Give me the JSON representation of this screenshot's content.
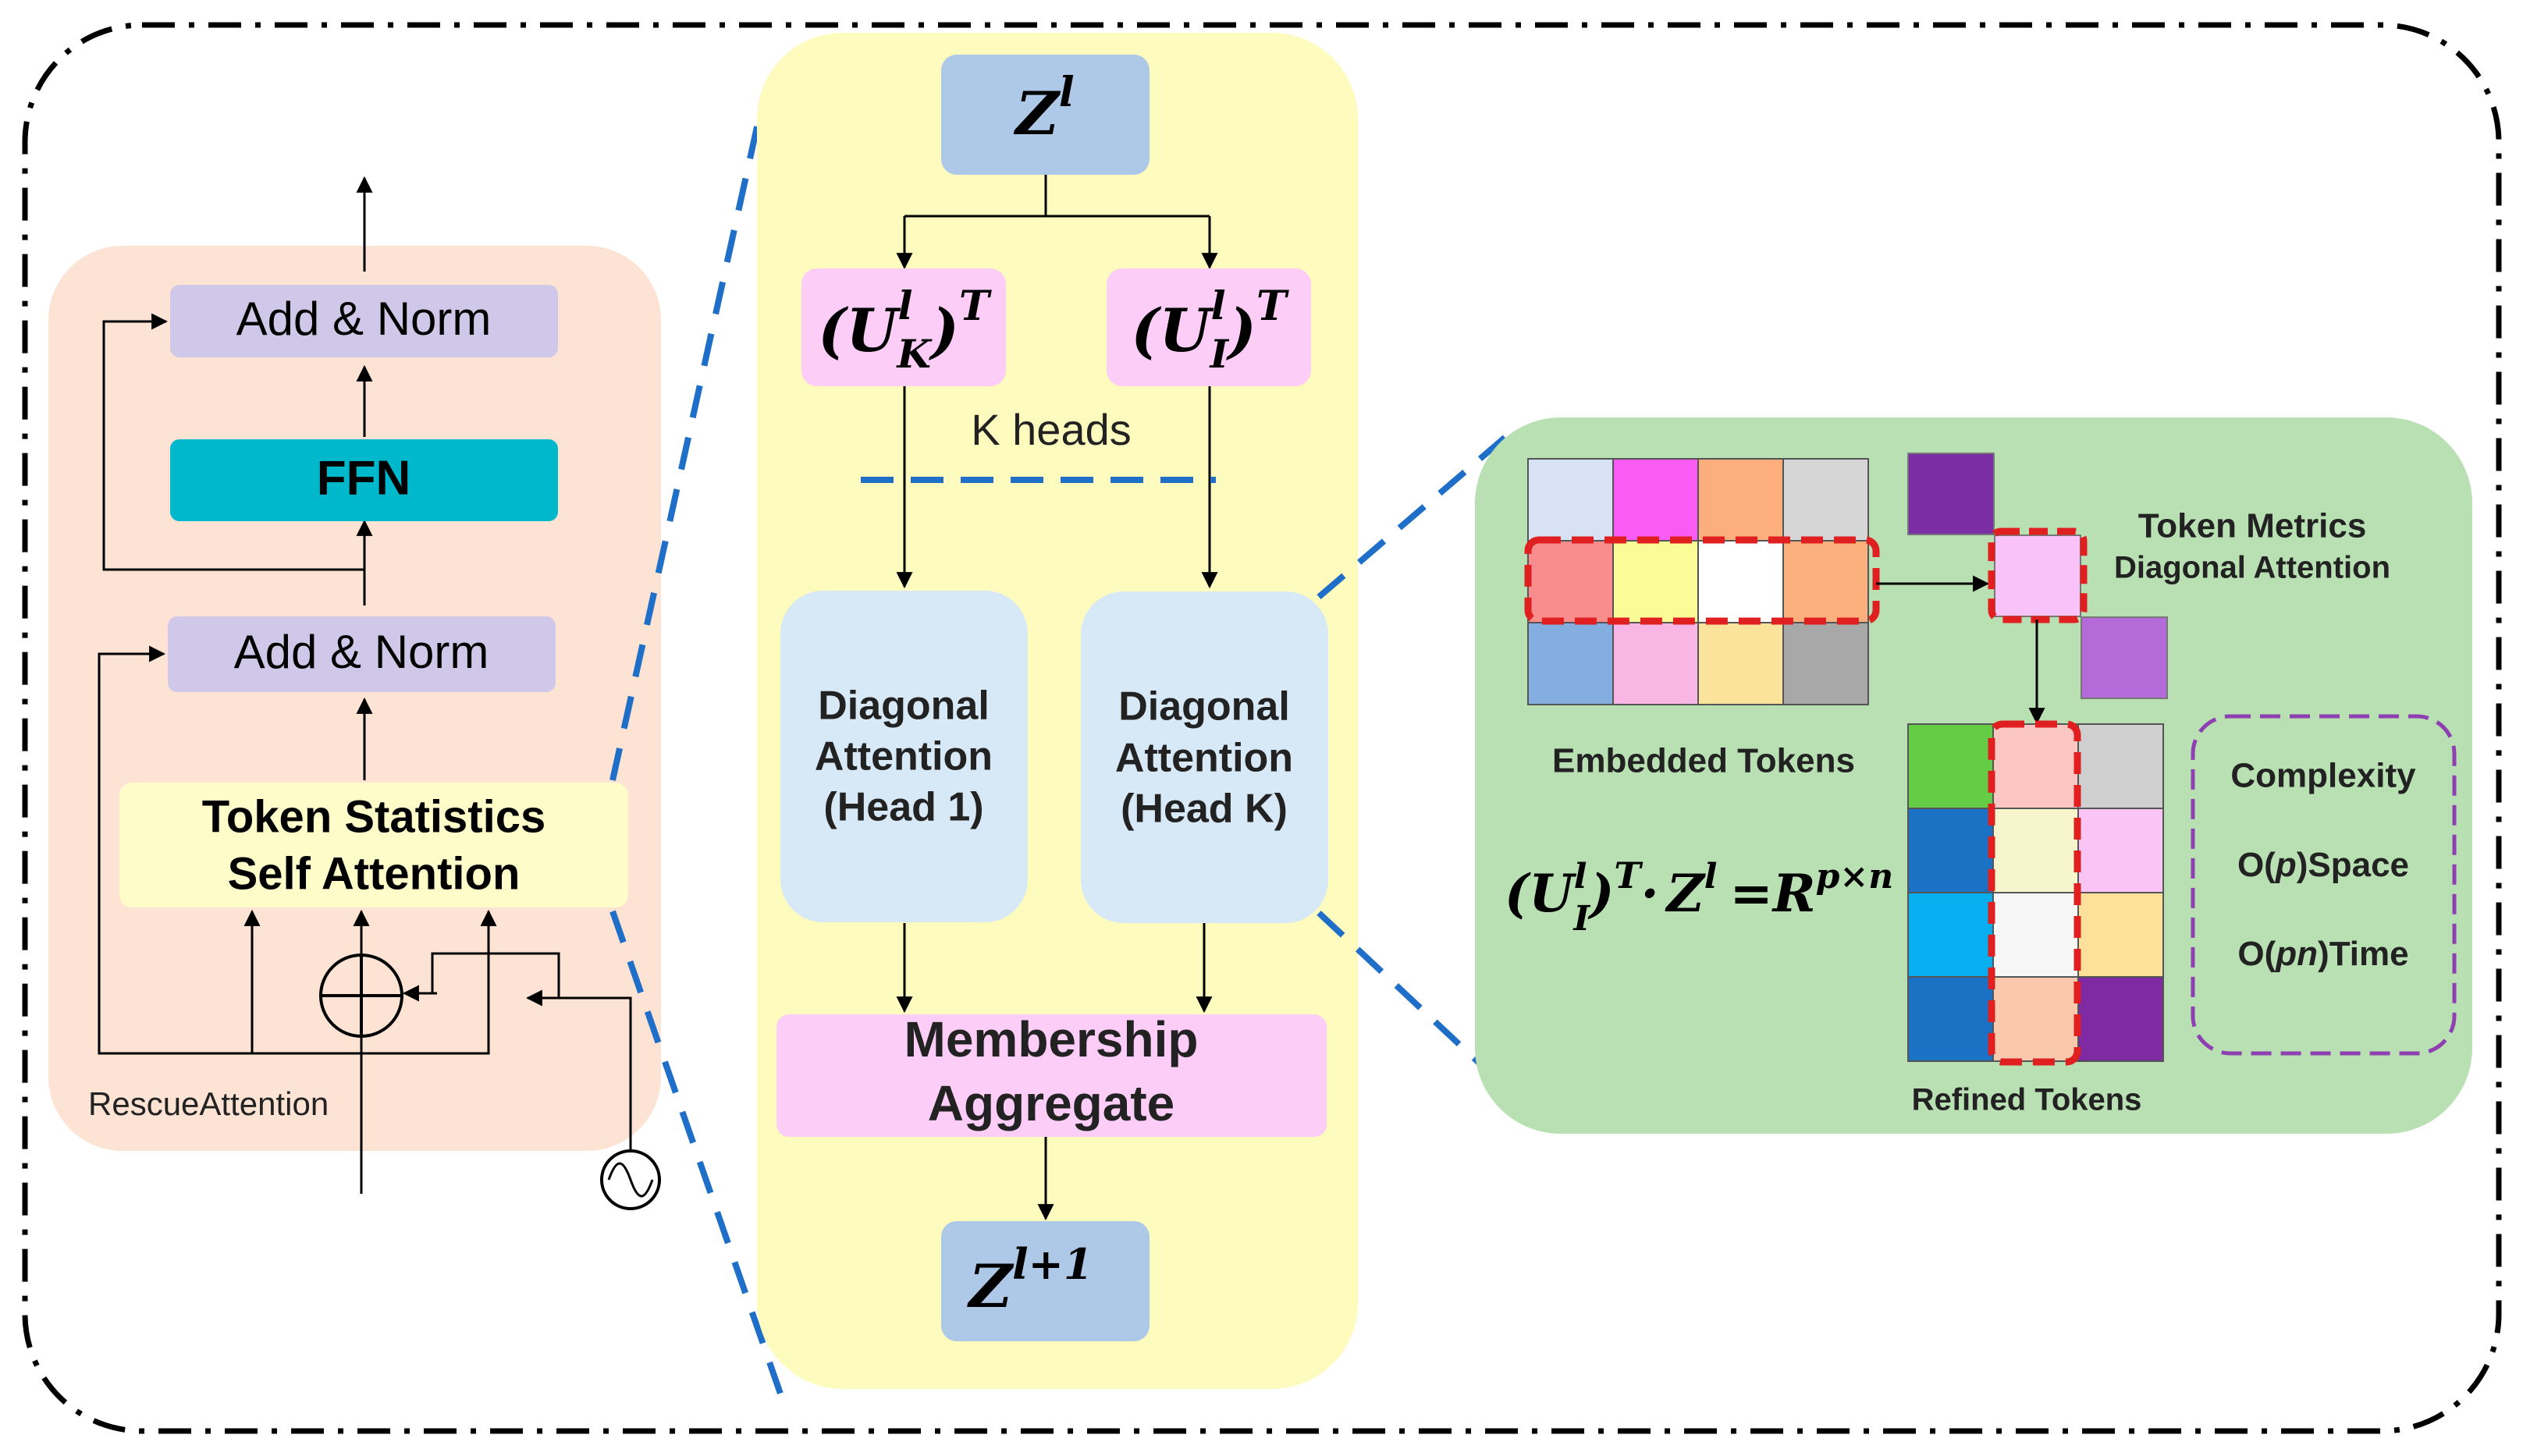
{
  "left_block": {
    "add_norm_top": "Add & Norm",
    "ffn": "FFN",
    "add_norm_bottom": "Add & Norm",
    "tssa_line1": "Token Statistics",
    "tssa_line2": "Self Attention",
    "rescue_label": "RescueAttention"
  },
  "middle_block": {
    "z_top_base": "Z",
    "z_top_sup": "l",
    "uk_base": "U",
    "uk_sup": "l",
    "uk_sub": "K",
    "ui_base": "U",
    "ui_sup": "l",
    "ui_sub": "I",
    "transpose_sup": "T",
    "k_heads": "K heads",
    "head1_line1": "Diagonal",
    "head1_line2": "Attention",
    "head1_line3": "(Head 1)",
    "headk_line1": "Diagonal",
    "headk_line2": "Attention",
    "headk_line3": "(Head K)",
    "aggregate_line1": "Membership",
    "aggregate_line2": "Aggregate",
    "z_bottom_base": "Z",
    "z_bottom_sup": "l+1"
  },
  "right_block": {
    "embedded_label": "Embedded Tokens",
    "metrics_line1": "Token Metrics",
    "metrics_line2": "Diagonal Attention",
    "refined_label": "Refined Tokens",
    "formula_dot": "·",
    "formula_eq": "=",
    "formula_R": "R",
    "formula_R_sup": "p×n",
    "complexity_title": "Complexity",
    "space_prefix": "O(",
    "space_var": "p",
    "space_suffix": ")Space",
    "time_prefix": "O(",
    "time_var": "pn",
    "time_suffix": ")Time"
  },
  "colors": {
    "left_bg": "#fde3d3",
    "add_norm": "#d0c8e8",
    "ffn": "#00b8cc",
    "tssa": "#fefcc9",
    "middle_bg": "#fdfbbd",
    "z_box": "#aec8e8",
    "u_box": "#fccdf7",
    "head_box": "#d7e8f6",
    "right_bg": "#b9e0b3",
    "dashed_link": "#1f6fc9",
    "highlight_red": "#e02020",
    "complexity_border": "#8e3fb2"
  },
  "embedded_grid": [
    [
      "#d7e3f4",
      "#f95cf3",
      "#fcae7c",
      "#d6d6d6"
    ],
    [
      "#f98d8d",
      "#fbfb97",
      "#ffffff",
      "#fcb07e"
    ],
    [
      "#84aedf",
      "#f9b6e4",
      "#fce39c",
      "#a8a8a8"
    ]
  ],
  "metric_cells": [
    "#7b2da3",
    "#f9c2f9",
    "#b56ad9"
  ],
  "refined_grid": [
    [
      "#65cc45",
      "#fbc6c2",
      "#cfcfcf"
    ],
    [
      "#1b72c5",
      "#f6f5cb",
      "#fac4f4"
    ],
    [
      "#08aff0",
      "#f6f6f6",
      "#fde19a"
    ],
    [
      "#1b72c5",
      "#fac9ad",
      "#7f2aa2"
    ]
  ]
}
